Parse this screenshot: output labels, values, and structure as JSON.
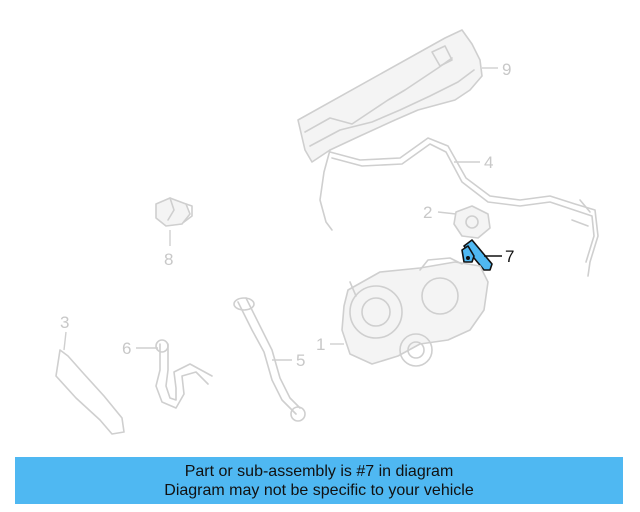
{
  "callouts": [
    {
      "id": "1",
      "label": "1"
    },
    {
      "id": "2",
      "label": "2"
    },
    {
      "id": "3",
      "label": "3"
    },
    {
      "id": "4",
      "label": "4"
    },
    {
      "id": "5",
      "label": "5"
    },
    {
      "id": "6",
      "label": "6"
    },
    {
      "id": "7",
      "label": "7"
    },
    {
      "id": "8",
      "label": "8"
    },
    {
      "id": "9",
      "label": "9"
    }
  ],
  "highlighted_part": "7",
  "colors": {
    "highlight": "#4fb8f2",
    "banner": "#4fb8f2",
    "faded_line": "#cfcfcf",
    "text": "#111111"
  },
  "banner": {
    "line1": "Part or sub-assembly is #7 in diagram",
    "line2": "Diagram may not be specific to your vehicle"
  }
}
